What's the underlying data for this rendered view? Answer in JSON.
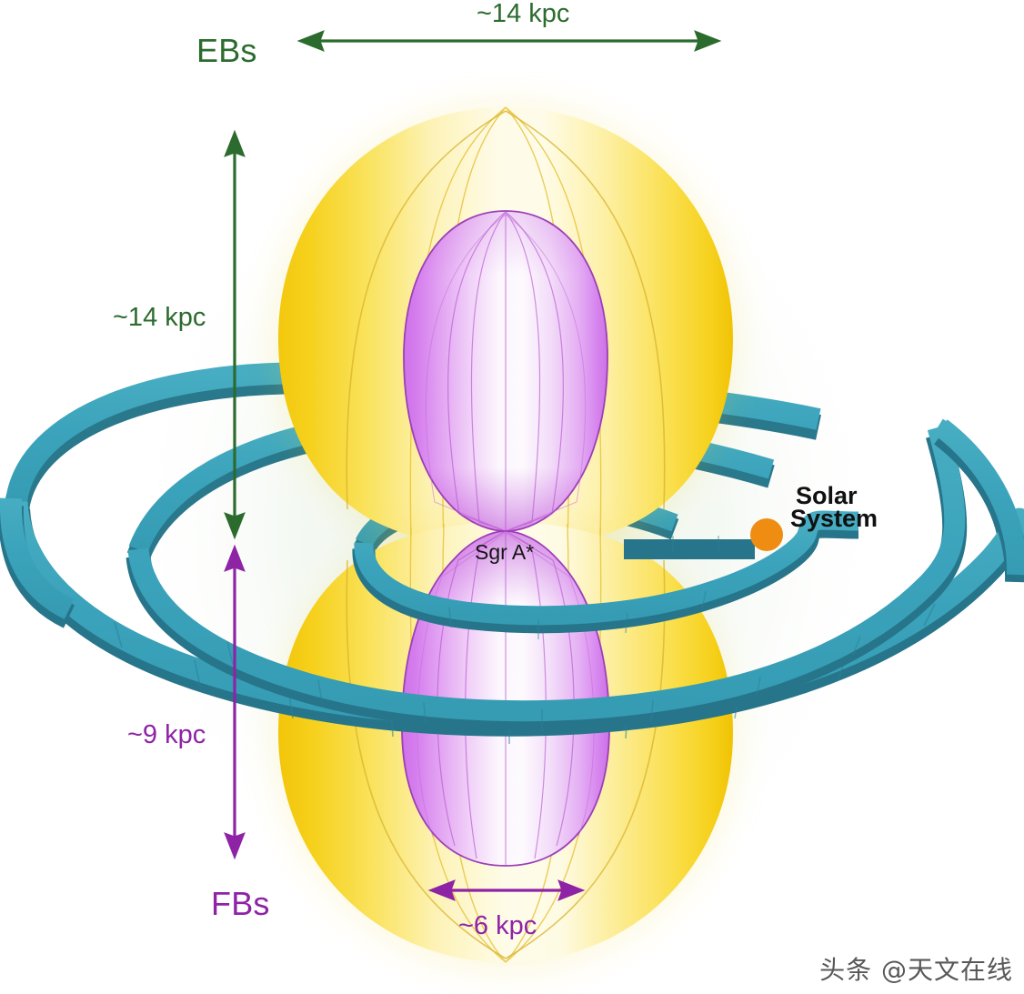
{
  "figure": {
    "background_color": "#ffffff",
    "title_text": "",
    "subject": "Milky Way Fermi Bubbles and eROSITA Bubbles schematic"
  },
  "labels": {
    "eb_label": "EBs",
    "fb_label": "FBs",
    "galactic_center": "Sgr A*",
    "solar_system_line1": "Solar",
    "solar_system_line2": "System",
    "watermark": "头条 @天文在线"
  },
  "measurements": [
    {
      "id": "eb-width",
      "value": "~14 kpc",
      "orientation": "horizontal",
      "color": "#2c6b2e",
      "describes": "eROSITA bubble width"
    },
    {
      "id": "eb-height",
      "value": "~14 kpc",
      "orientation": "vertical",
      "color": "#2c6b2e",
      "describes": "eROSITA bubble height"
    },
    {
      "id": "fb-height",
      "value": "~9 kpc",
      "orientation": "vertical",
      "color": "#8e23a6",
      "describes": "Fermi bubble height"
    },
    {
      "id": "fb-width",
      "value": "~6 kpc",
      "orientation": "horizontal",
      "color": "#8e23a6",
      "describes": "Fermi bubble width"
    }
  ],
  "colors": {
    "eb_yellow_outer": "#f7d119",
    "eb_yellow_inner": "#fdf6dc",
    "fb_purple_outer": "#d884ef",
    "fb_purple_inner": "#fcf6fe",
    "fb_purple_stroke": "#9b3fb5",
    "spiral_arm_top": "#3ba3bb",
    "spiral_arm_edge": "#29788c",
    "solar_marker": "#ef8d13",
    "green_annotation": "#2c6b2e",
    "purple_annotation": "#8e23a6",
    "halo_glow": "#eef5ec"
  },
  "elements": {
    "solar_marker_name": "solar-system-marker",
    "spiral_arm_count": 4
  }
}
